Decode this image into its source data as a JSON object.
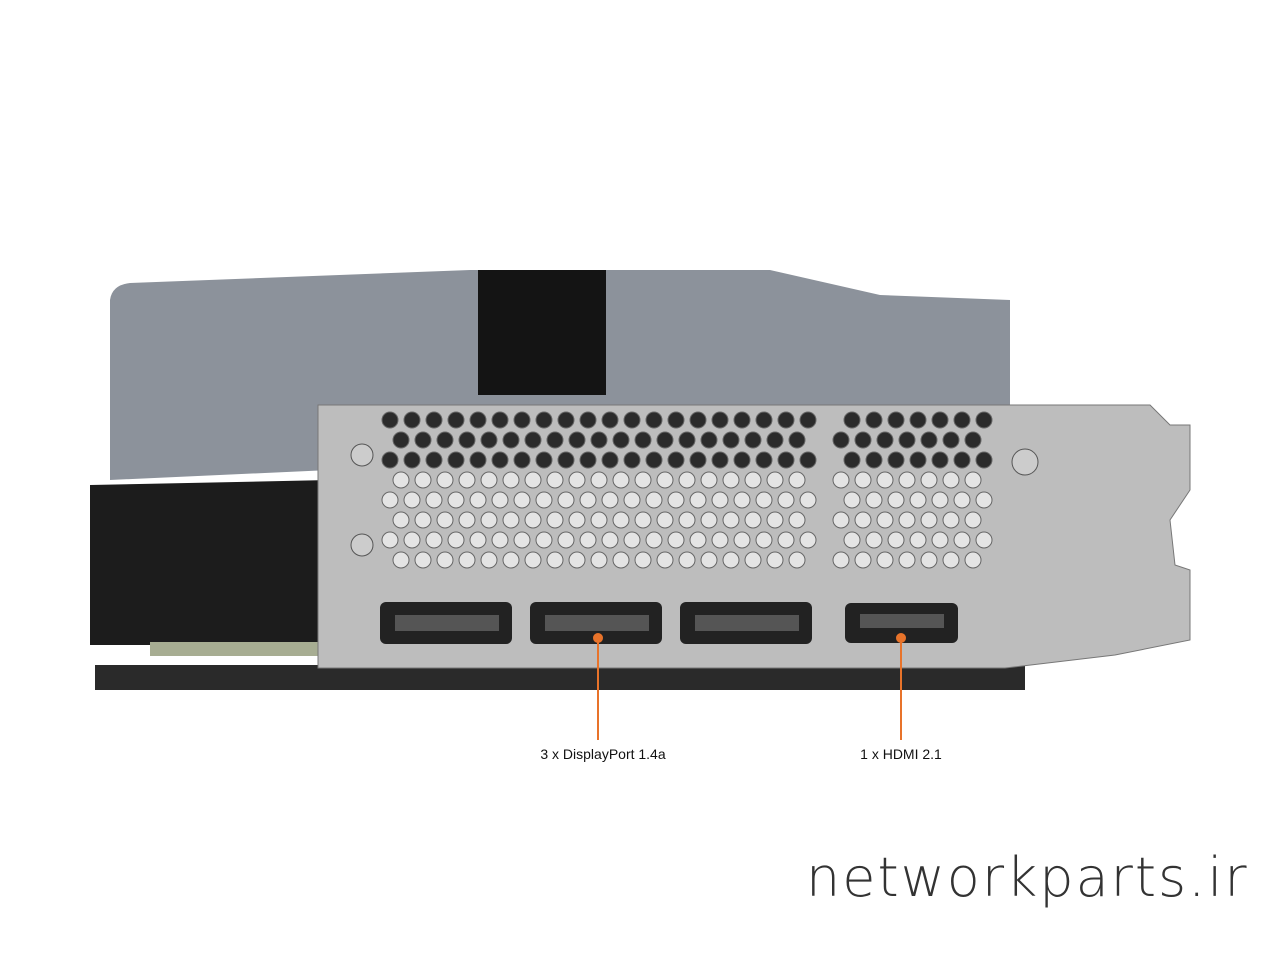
{
  "callouts": [
    {
      "label": "3 x DisplayPort 1.4a"
    },
    {
      "label": "1 x HDMI 2.1"
    }
  ],
  "watermark": "networkparts.ir",
  "colors": {
    "leader": "#e8732a",
    "bracket": "#b9b9b9",
    "shroud": "#8a9099",
    "dark": "#1d1d1d"
  }
}
